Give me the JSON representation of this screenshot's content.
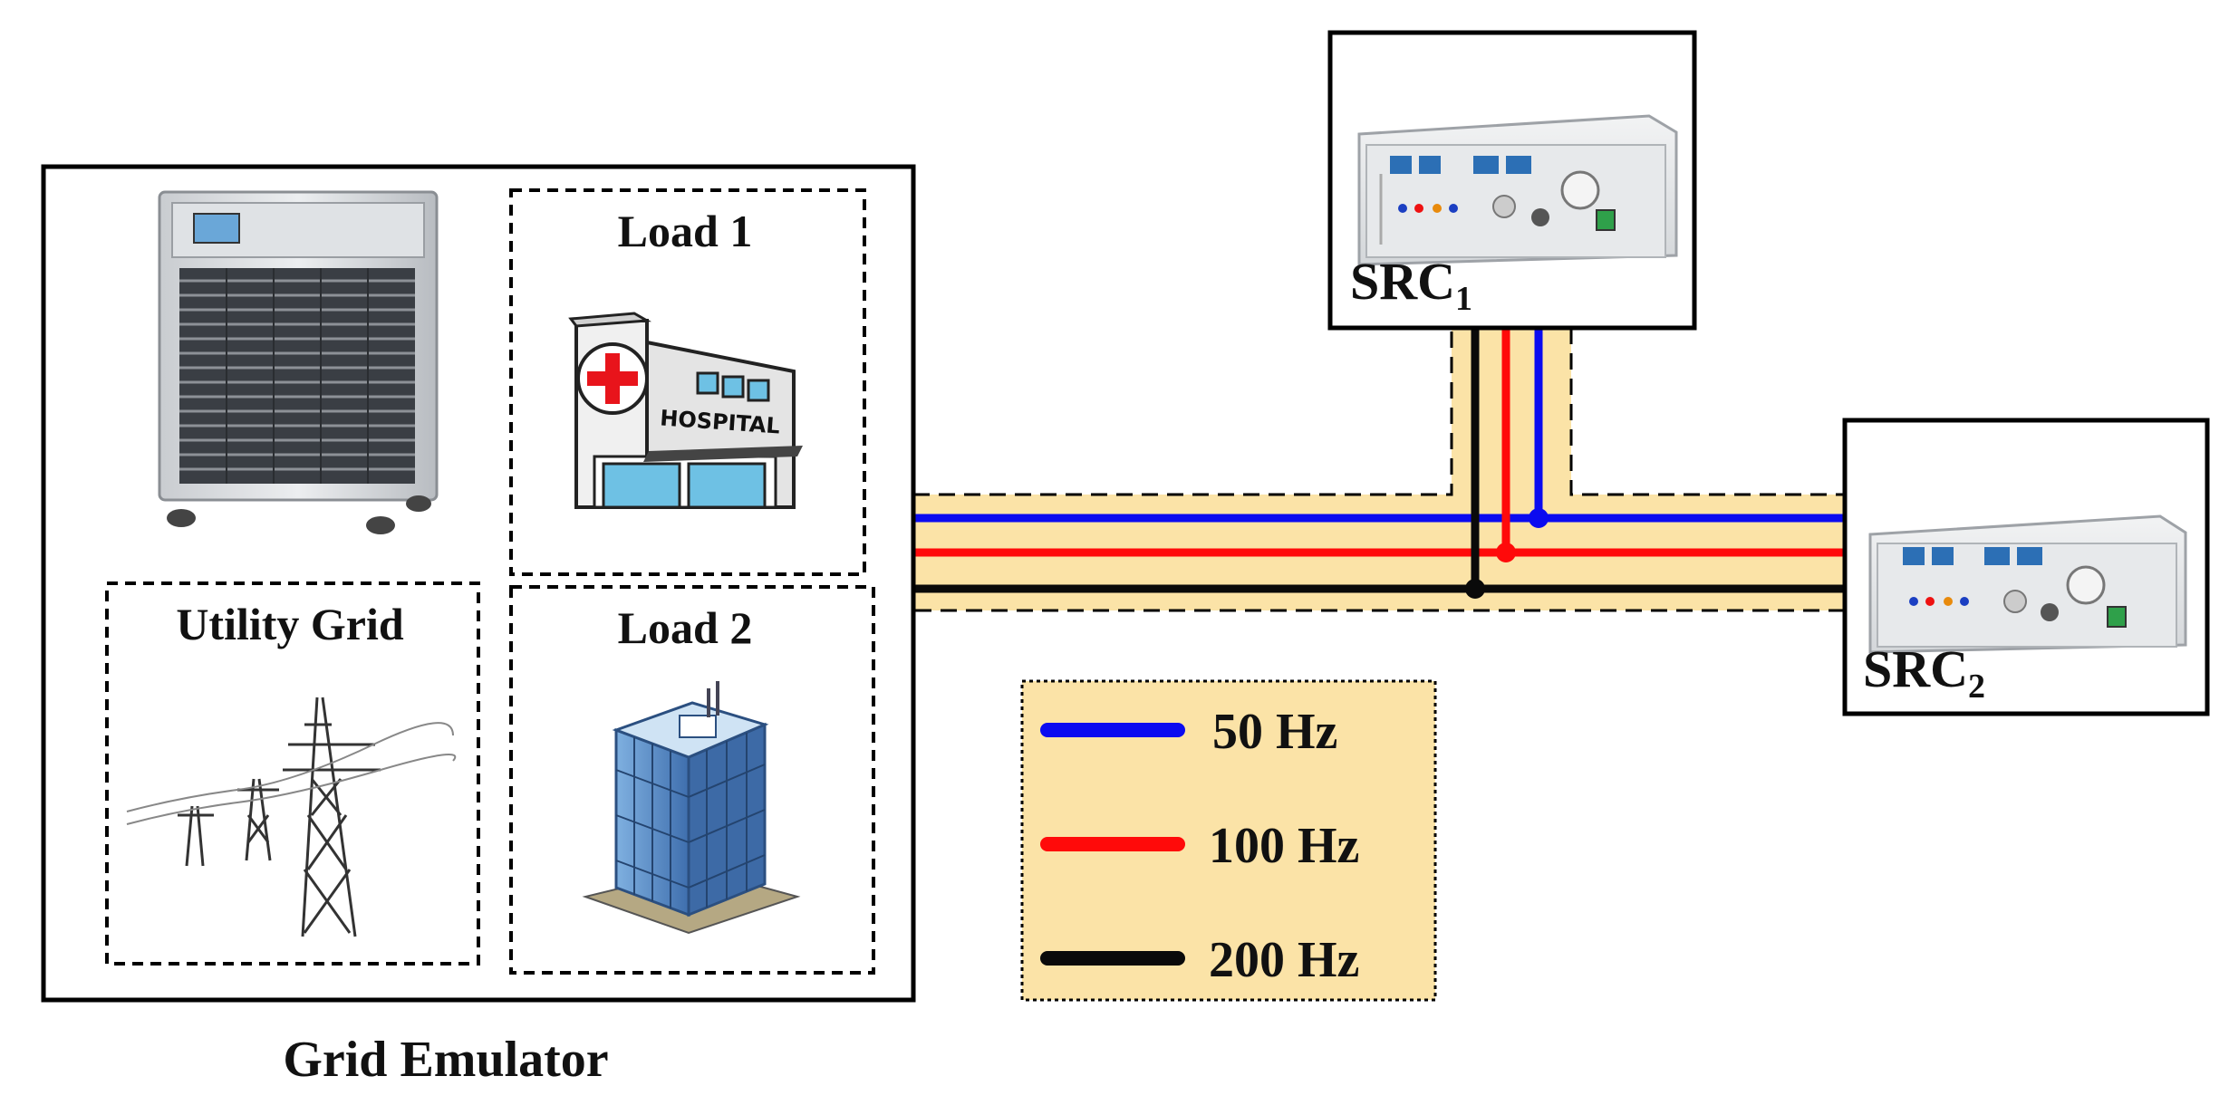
{
  "grid_emulator": {
    "caption": "Grid Emulator",
    "units": {
      "utility_grid": {
        "label": "Utility Grid"
      },
      "load_1": {
        "label": "Load 1",
        "sign_text": "HOSPITAL"
      },
      "load_2": {
        "label": "Load 2"
      }
    }
  },
  "sources": {
    "src1": {
      "label": "SRC",
      "subscript": "1"
    },
    "src2": {
      "label": "SRC",
      "subscript": "2"
    }
  },
  "legend": {
    "items": [
      {
        "label": "50 Hz",
        "color": "#0b0bf0"
      },
      {
        "label": "100 Hz",
        "color": "#ff0a0a"
      },
      {
        "label": "200 Hz",
        "color": "#0a0a0a"
      }
    ]
  },
  "colors": {
    "bus_band": "#fbe3a7",
    "line_50hz": "#0b0bf0",
    "line_100hz": "#ff0a0a",
    "line_200hz": "#0a0a0a",
    "border": "#000000",
    "cross": "#e8141b",
    "building_glass": "#4f86c6"
  }
}
